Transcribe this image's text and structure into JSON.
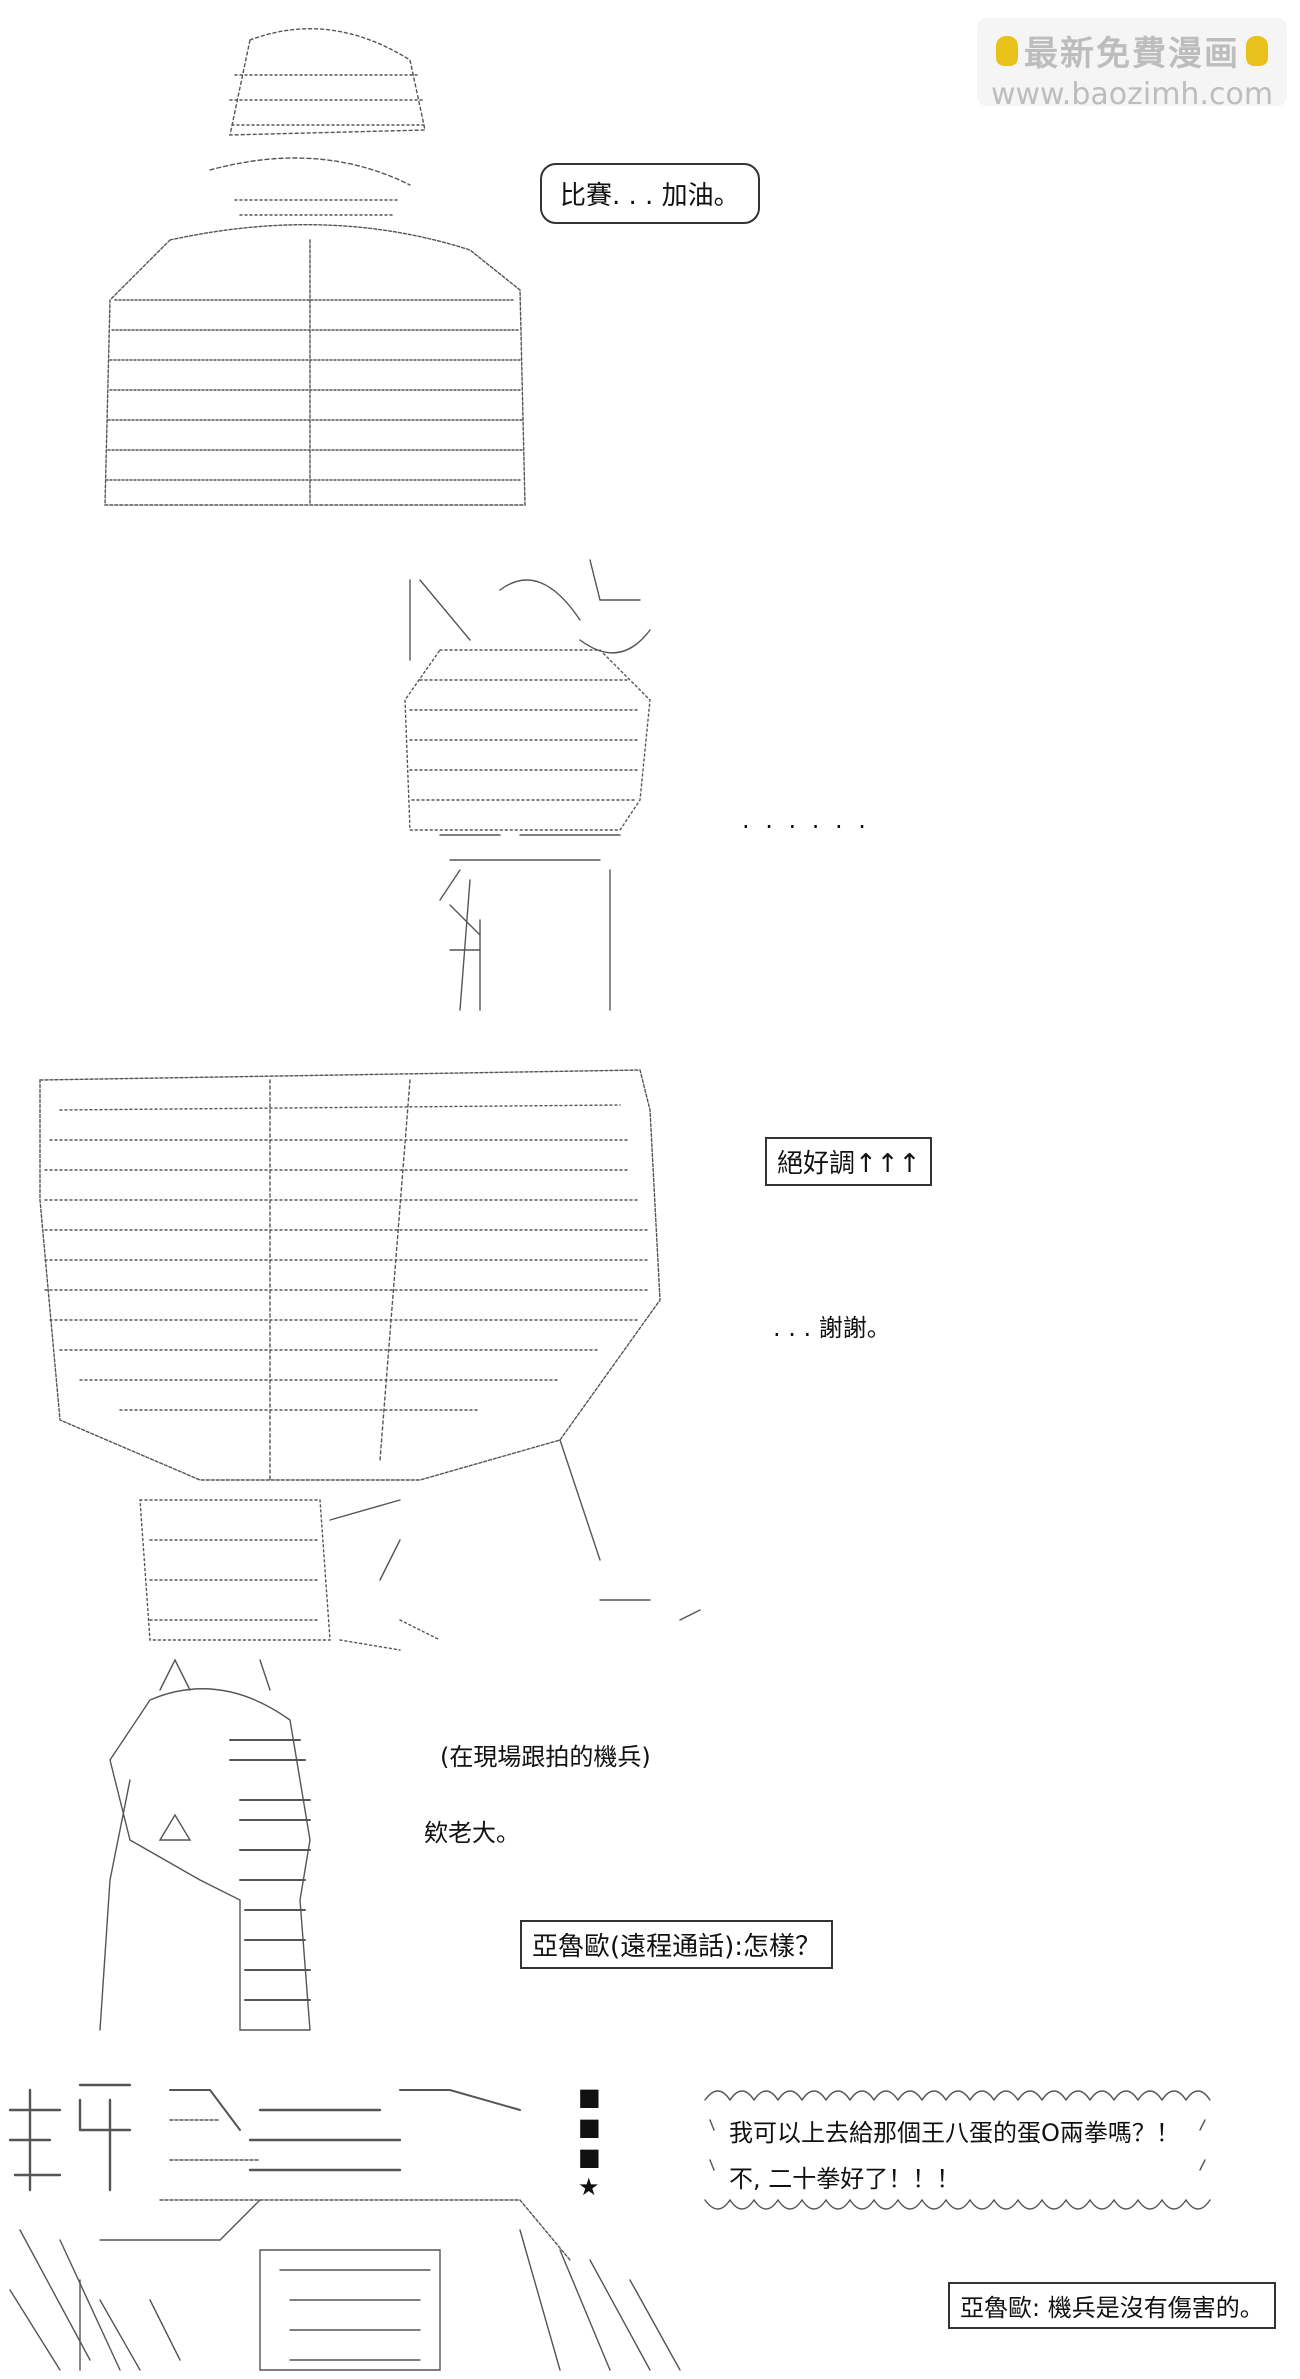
{
  "watermark": {
    "line1": "最新免費漫画",
    "line2": "www.baozimh.com",
    "icon": "pointing-hand-icon",
    "color": "#bdbdbd"
  },
  "dialog": {
    "speech1": "比賽. . . 加油。",
    "ellipsis": ". . . . . .",
    "speech2": "絕好調↑↑↑",
    "speech3": ". . . 謝謝。",
    "caption1": "(在現場跟拍的機兵)",
    "speech4": "欸老大。",
    "speech5": "亞魯歐(遠程通話):怎樣？",
    "speech6_line1": "我可以上去給那個王八蛋的蛋O兩拳嗎？！",
    "speech6_line2": "不, 二十拳好了！！！",
    "speech7": "亞魯歐: 機兵是沒有傷害的。",
    "marks": [
      "■",
      "■",
      "■",
      "★"
    ]
  }
}
